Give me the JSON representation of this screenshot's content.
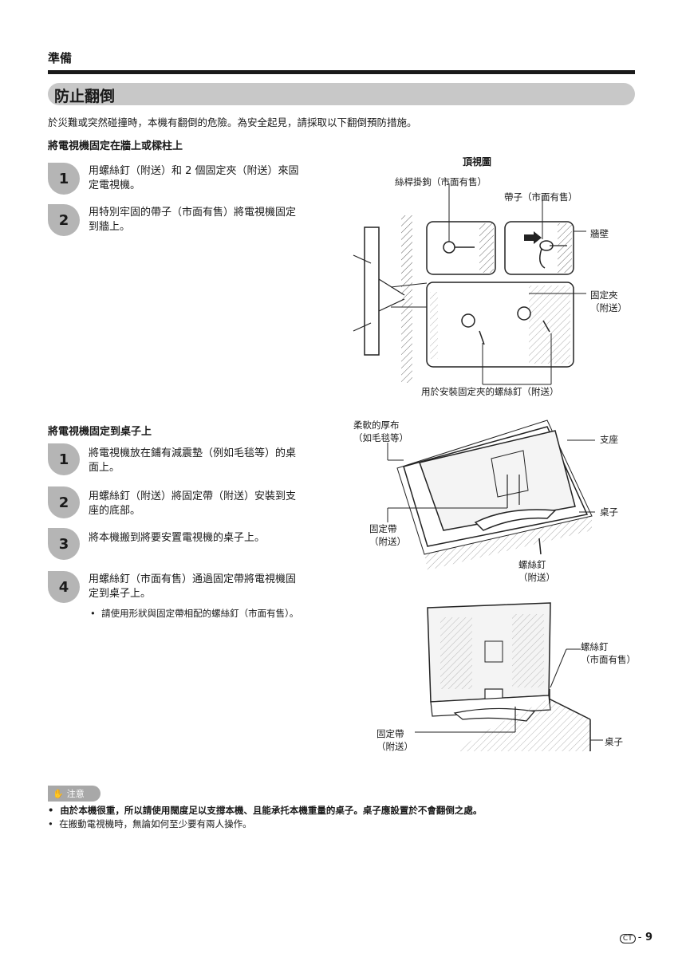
{
  "header": "準備",
  "title": "防止翻倒",
  "intro": "於災難或突然碰撞時，本機有翻倒的危險。為安全起見，請採取以下翻倒預防措施。",
  "section1": {
    "heading": "將電視機固定在牆上或樑柱上",
    "steps": [
      {
        "num": "1",
        "line1": "用螺絲釘（附送）和 2 個固定夾（附送）來固",
        "line2": "定電視機。"
      },
      {
        "num": "2",
        "line1": "用特別牢固的帶子（市面有售）將電視機固定",
        "line2": "到牆上。"
      }
    ],
    "diagram": {
      "top_view": "頂視圖",
      "hook": "絲桿掛鉤（市面有售）",
      "strap": "帶子（市面有售）",
      "wall": "牆壁",
      "clamp1": "固定夾",
      "clamp2": "（附送）",
      "screws": "用於安裝固定夾的螺絲釘（附送）"
    }
  },
  "section2": {
    "heading": "將電視機固定到桌子上",
    "steps": [
      {
        "num": "1",
        "line1": "將電視機放在鋪有減震墊（例如毛毯等）的桌",
        "line2": "面上。"
      },
      {
        "num": "2",
        "line1": "用螺絲釘（附送）將固定帶（附送）安裝到支",
        "line2": "座的底部。"
      },
      {
        "num": "3",
        "line1": "將本機搬到將要安置電視機的桌子上。",
        "line2": ""
      },
      {
        "num": "4",
        "line1": "用螺絲釘（市面有售）通過固定帶將電視機固",
        "line2": "定到桌子上。"
      }
    ],
    "bullet": "請使用形狀與固定帶相配的螺絲釘（市面有售）。",
    "diagram1": {
      "cloth1": "柔軟的厚布",
      "cloth2": "（如毛毯等）",
      "stand": "支座",
      "table": "桌子",
      "band1": "固定帶",
      "band2": "（附送）",
      "screw1": "螺絲釘",
      "screw2": "（附送）"
    },
    "diagram2": {
      "screw1": "螺絲釘",
      "screw2": "（市面有售）",
      "band1": "固定帶",
      "band2": "（附送）",
      "table": "桌子"
    }
  },
  "note": {
    "label": "注意",
    "lines": [
      "由於本機很重，所以請使用闊度足以支撐本機、且能承托本機重量的桌子。桌子應設置於不會翻倒之處。",
      "在搬動電視機時，無論如何至少要有兩人操作。"
    ]
  },
  "page": {
    "lang": "CT",
    "sep": "-",
    "number": "9"
  }
}
